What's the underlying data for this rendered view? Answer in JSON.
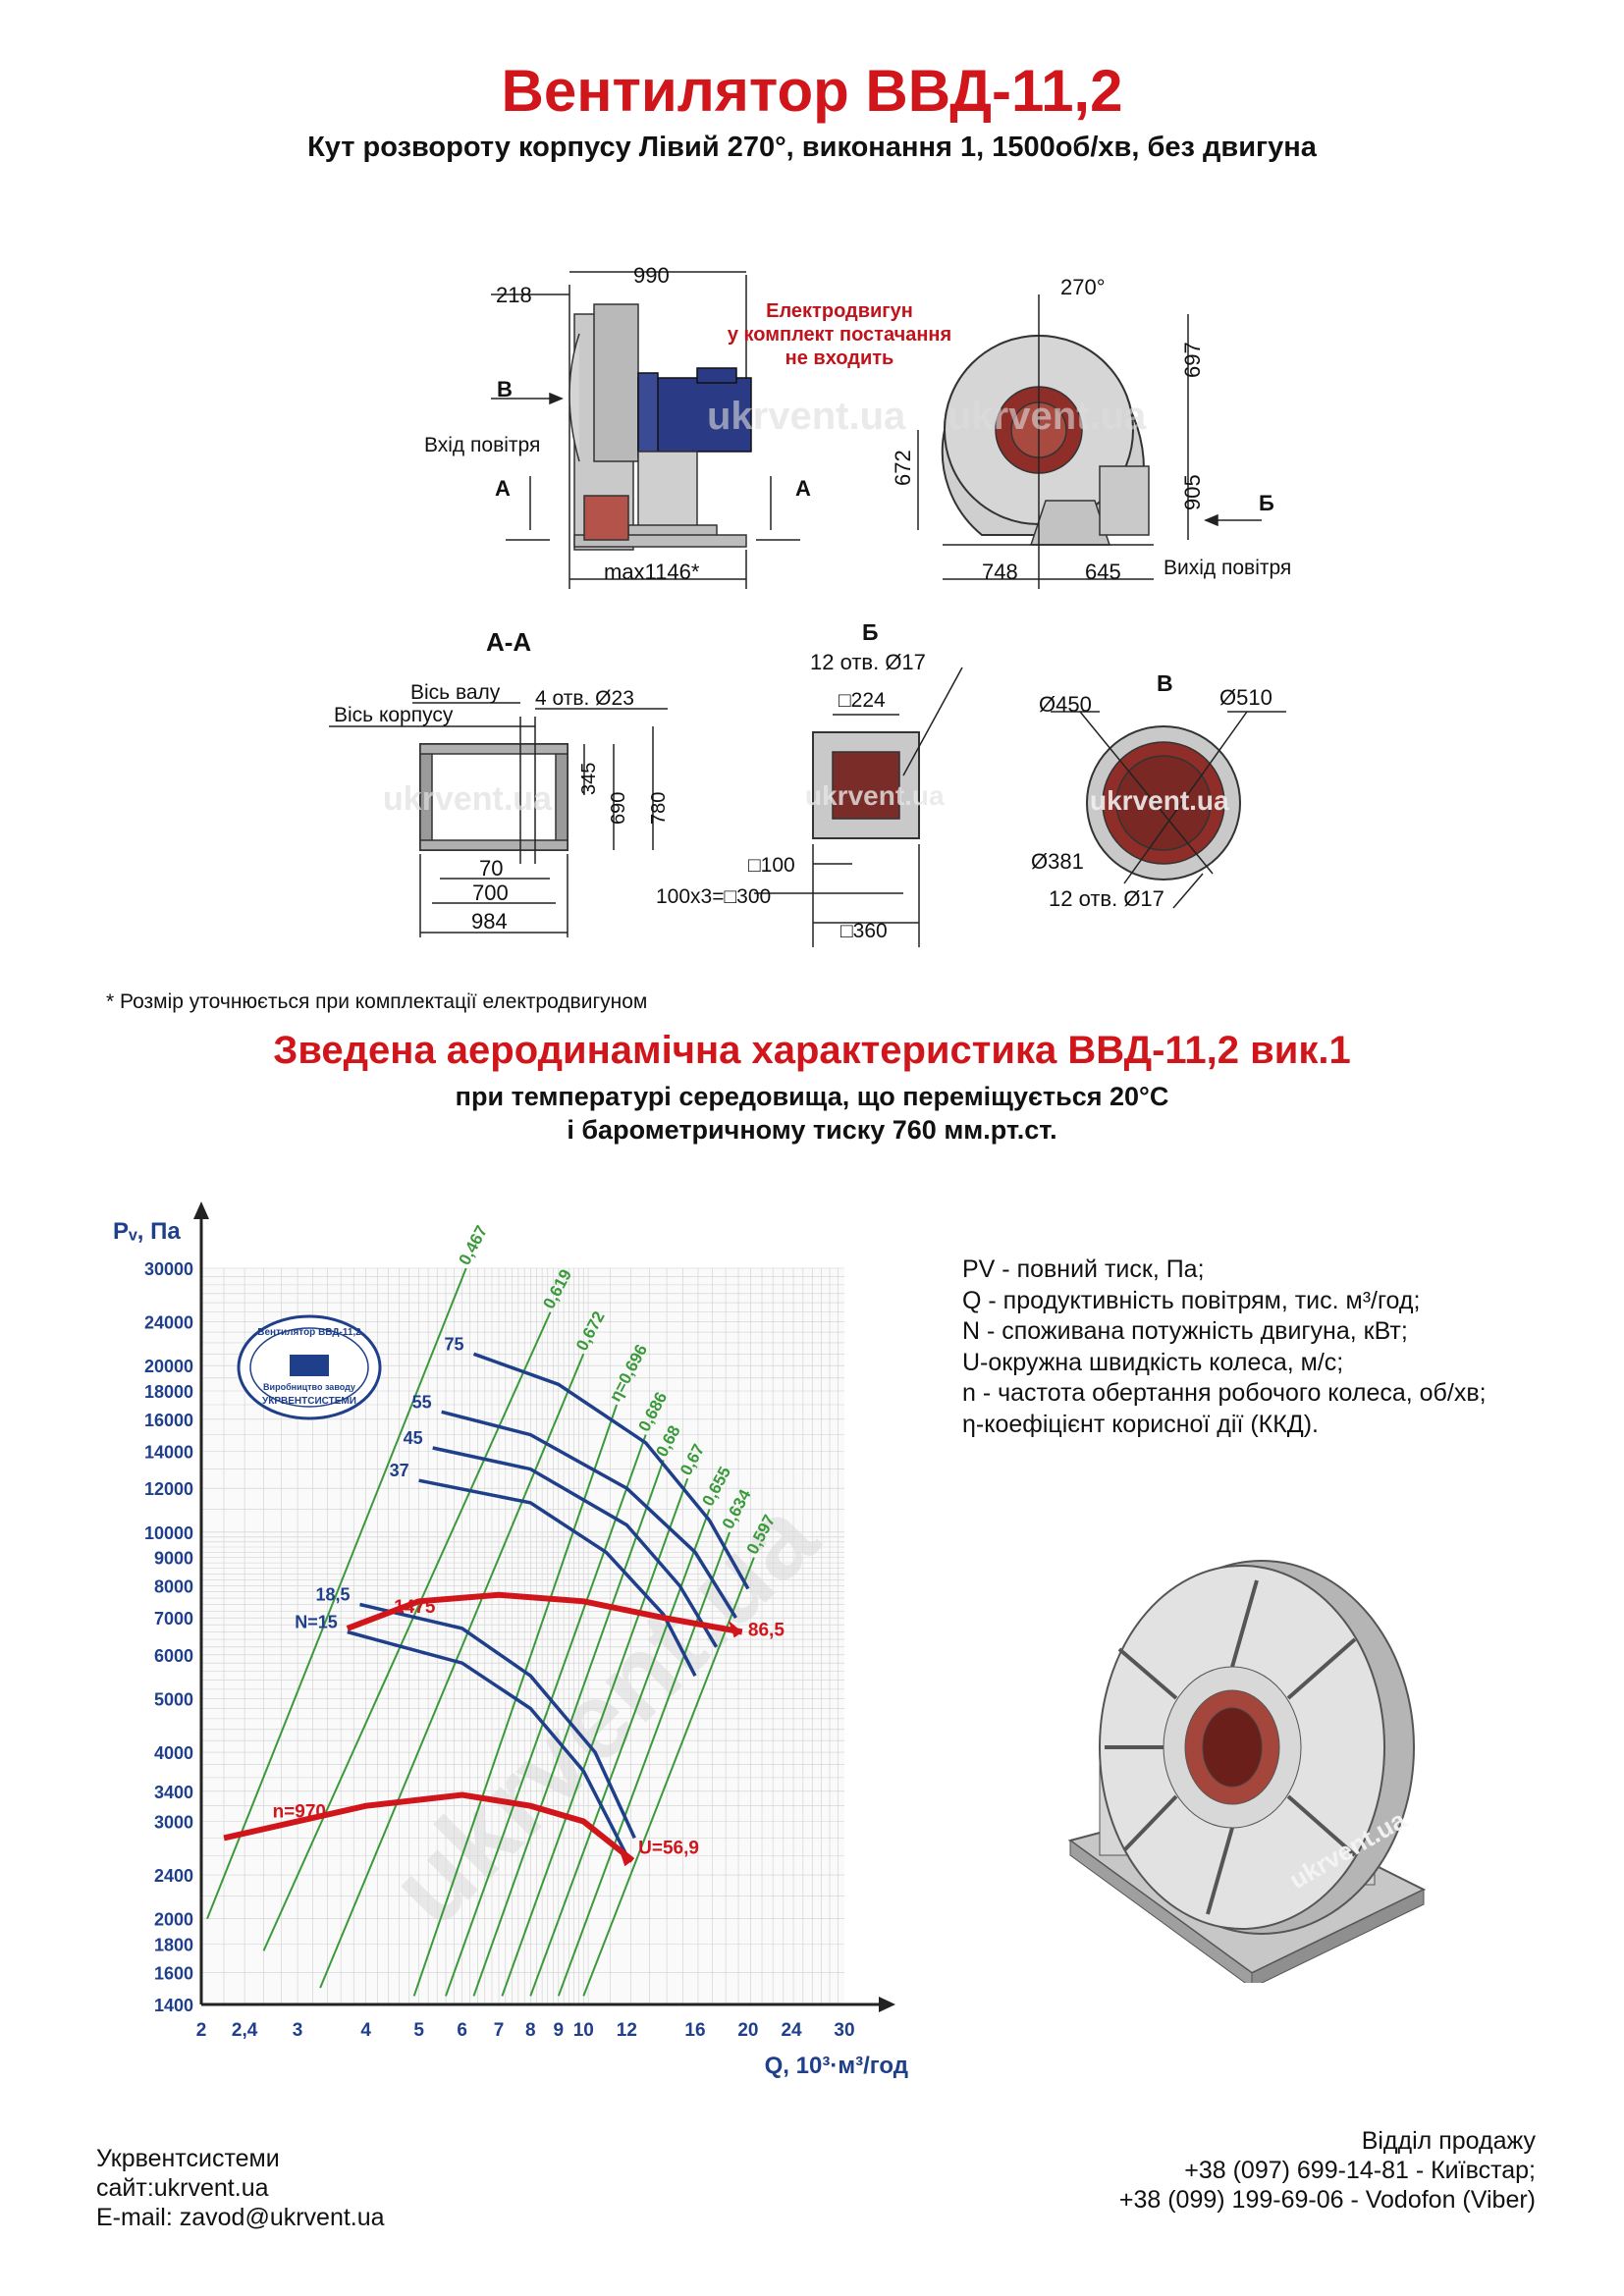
{
  "header": {
    "title": "Вентилятор ВВД-11,2",
    "subtitle": "Кут розвороту корпусу Лівий 270°, виконання 1, 1500об/хв, без двигуна"
  },
  "drawing": {
    "side_view": {
      "dim_top_left": "218",
      "dim_top": "990",
      "motor_note": [
        "Електродвигун",
        "у комплект постачання",
        "не входить"
      ],
      "label_b": "В",
      "air_inlet": "Вхід повітря",
      "section_a_left": "А",
      "section_a_right": "А",
      "dim_bottom": "max1146*"
    },
    "front_view": {
      "angle": "270°",
      "dim_697": "697",
      "dim_672": "672",
      "dim_905": "905",
      "label_b2": "Б",
      "dim_748": "748",
      "dim_645": "645",
      "air_outlet": "Вихід повітря"
    },
    "section_aa": {
      "title": "А-А",
      "shaft_axis": "Вісь валу",
      "case_axis": "Вісь корпусу",
      "holes": "4 отв. Ø23",
      "dim_345": "345",
      "dim_690": "690",
      "dim_780": "780",
      "dim_70": "70",
      "dim_700": "700",
      "dim_984": "984"
    },
    "view_b2": {
      "title": "Б",
      "holes": "12 отв.  Ø17",
      "dim_224": "□224",
      "dim_100": "□100",
      "dim_300": "100х3=□300",
      "dim_360": "□360"
    },
    "view_v": {
      "title": "В",
      "d450": "Ø450",
      "d510": "Ø510",
      "d381": "Ø381",
      "holes": "12 отв.  Ø17"
    },
    "watermark": "ukrvent.ua"
  },
  "note": "* Розмір уточнюється при комплектації електродвигуном",
  "chart_section": {
    "title": "Зведена аеродинамічна характеристика ВВД-11,2 вик.1",
    "sub1": "при температурі середовища, що переміщується 20°С",
    "sub2": "і барометричному тиску 760 мм.рт.ст."
  },
  "chart_data": {
    "type": "line",
    "x_scale": "log",
    "y_scale": "log",
    "xlabel": "Q, 10³·м³/год",
    "ylabel": "Pᵥ, Па",
    "xlim": [
      2,
      30
    ],
    "ylim": [
      1400,
      30000
    ],
    "x_ticks": [
      "2",
      "2,4",
      "3",
      "4",
      "5",
      "6",
      "7",
      "8",
      "9",
      "10",
      "12",
      "16",
      "20",
      "24",
      "30"
    ],
    "y_ticks": [
      "30000",
      "24000",
      "20000",
      "18000",
      "16000",
      "14000",
      "12000",
      "10000",
      "9000",
      "8000",
      "7000",
      "6000",
      "5000",
      "4000",
      "3400",
      "3000",
      "2400",
      "2000",
      "1800",
      "1600",
      "1400"
    ],
    "stamp_text": [
      "Вентилятор ВВД-11,2",
      "Виробництво заводу",
      "УКРВЕНТСИСТЕМИ"
    ],
    "power_curves": [
      {
        "name": "75",
        "points": [
          [
            6.3,
            21000
          ],
          [
            9,
            18500
          ],
          [
            13,
            14500
          ],
          [
            17,
            10500
          ],
          [
            20,
            7900
          ]
        ]
      },
      {
        "name": "55",
        "points": [
          [
            5.5,
            16500
          ],
          [
            8,
            15000
          ],
          [
            12,
            12000
          ],
          [
            16,
            9200
          ],
          [
            19,
            7000
          ]
        ]
      },
      {
        "name": "45",
        "points": [
          [
            5.3,
            14200
          ],
          [
            8,
            13000
          ],
          [
            12,
            10300
          ],
          [
            15,
            8000
          ],
          [
            17.5,
            6200
          ]
        ]
      },
      {
        "name": "37",
        "points": [
          [
            5.0,
            12400
          ],
          [
            8,
            11300
          ],
          [
            11,
            9200
          ],
          [
            14,
            7100
          ],
          [
            16,
            5500
          ]
        ]
      },
      {
        "name": "18,5",
        "points": [
          [
            3.9,
            7400
          ],
          [
            6,
            6700
          ],
          [
            8,
            5500
          ],
          [
            10.5,
            4000
          ],
          [
            12.4,
            2800
          ]
        ]
      },
      {
        "name": "N=15",
        "points": [
          [
            3.7,
            6600
          ],
          [
            6,
            5800
          ],
          [
            8,
            4800
          ],
          [
            10,
            3700
          ],
          [
            12,
            2600
          ]
        ]
      }
    ],
    "speed_curves": [
      {
        "name": "n=1475",
        "points": [
          [
            3.7,
            6700
          ],
          [
            5,
            7500
          ],
          [
            7,
            7700
          ],
          [
            10,
            7500
          ],
          [
            14,
            7000
          ],
          [
            19.5,
            6600
          ]
        ]
      },
      {
        "name": "n=970",
        "points": [
          [
            2.2,
            2800
          ],
          [
            4,
            3200
          ],
          [
            6,
            3350
          ],
          [
            8,
            3200
          ],
          [
            10,
            3000
          ],
          [
            12.3,
            2550
          ]
        ]
      }
    ],
    "speed_labels": [
      {
        "text": "1475",
        "at": [
          4.5,
          7150
        ]
      },
      {
        "text": "86,5",
        "at": [
          20,
          6500
        ]
      },
      {
        "text": "n=970",
        "at": [
          2.7,
          3050
        ]
      },
      {
        "text": "U=56,9",
        "at": [
          12.6,
          2620
        ]
      }
    ],
    "efficiency_lines": [
      {
        "name": "0,467",
        "points": [
          [
            2.05,
            2000
          ],
          [
            6.1,
            30000
          ]
        ]
      },
      {
        "name": "0,619",
        "points": [
          [
            2.6,
            1750
          ],
          [
            8.7,
            25000
          ]
        ]
      },
      {
        "name": "0,672",
        "points": [
          [
            3.3,
            1500
          ],
          [
            10,
            21000
          ]
        ]
      },
      {
        "name": "η=0,696",
        "points": [
          [
            4.9,
            1450
          ],
          [
            11.5,
            17000
          ]
        ]
      },
      {
        "name": "0,686",
        "points": [
          [
            5.6,
            1450
          ],
          [
            13,
            15000
          ]
        ]
      },
      {
        "name": "0,68",
        "points": [
          [
            6.3,
            1450
          ],
          [
            14,
            13500
          ]
        ]
      },
      {
        "name": "0,67",
        "points": [
          [
            7.1,
            1450
          ],
          [
            15.5,
            12500
          ]
        ]
      },
      {
        "name": "0,655",
        "points": [
          [
            8,
            1450
          ],
          [
            17,
            11000
          ]
        ]
      },
      {
        "name": "0,634",
        "points": [
          [
            9,
            1450
          ],
          [
            18.5,
            10000
          ]
        ]
      },
      {
        "name": "0,597",
        "points": [
          [
            10,
            1450
          ],
          [
            20.5,
            9000
          ]
        ]
      }
    ]
  },
  "legend": [
    "PV - повний тиск, Па;",
    "Q - продуктивність повітрям, тис. м³/год;",
    "N - споживана потужність двигуна, кВт;",
    "U-окружна швидкість колеса, м/с;",
    "n - частота обертання робочого колеса, об/хв;",
    "η-коефіцієнт корисної дії (ККД)."
  ],
  "footer": {
    "company": "Укрвентсистеми",
    "site": "сайт:ukrvent.ua",
    "email": "E-mail: zavod@ukrvent.ua",
    "sales_title": "Відділ продажу",
    "phone1": "+38 (097) 699-14-81 - Київстар;",
    "phone2": "+38 (099) 199-69-06 - Vodofon (Viber)"
  },
  "colors": {
    "red": "#d0151b",
    "blue": "#1f3f8a",
    "green": "#3a9a3a",
    "grid": "#cfcfcf"
  }
}
